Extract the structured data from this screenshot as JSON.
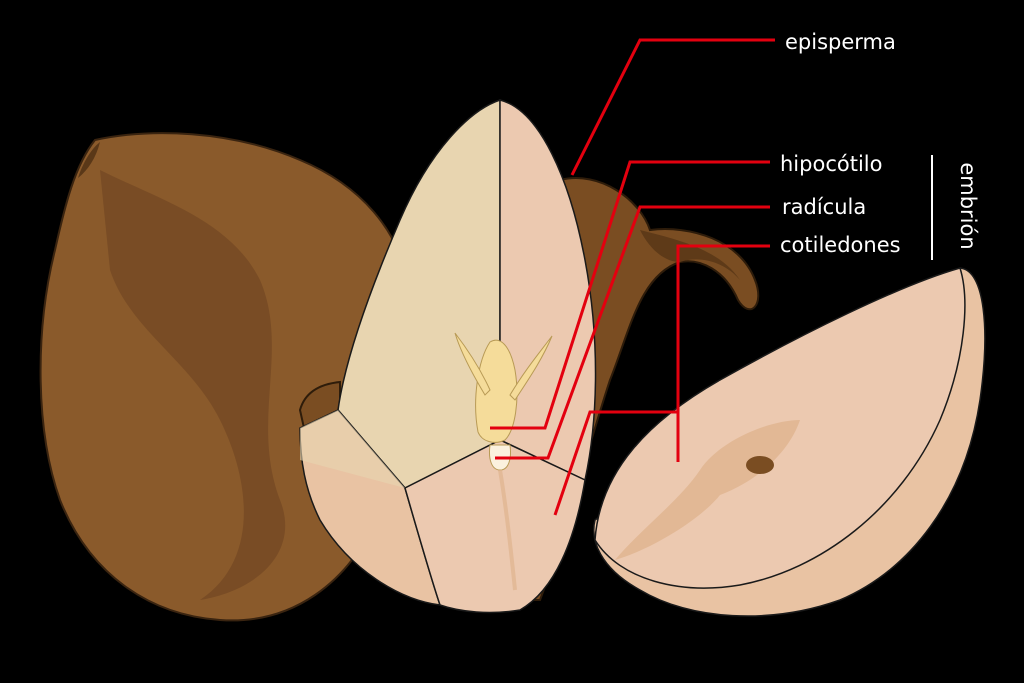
{
  "diagram": {
    "labels": {
      "episperma": "episperma",
      "hipocotilo": "hipocótilo",
      "radicula": "radícula",
      "cotiledones": "cotiledones",
      "group": "embrión"
    },
    "colors": {
      "background": "#000000",
      "leader_line": "#e3000f",
      "seed_coat": "#8a5a2b",
      "seed_coat_dark": "#6b4220",
      "cotyledon_light": "#e8d5b0",
      "cotyledon_pink": "#ecc9b0",
      "embryo": "#f5dc9a"
    }
  }
}
